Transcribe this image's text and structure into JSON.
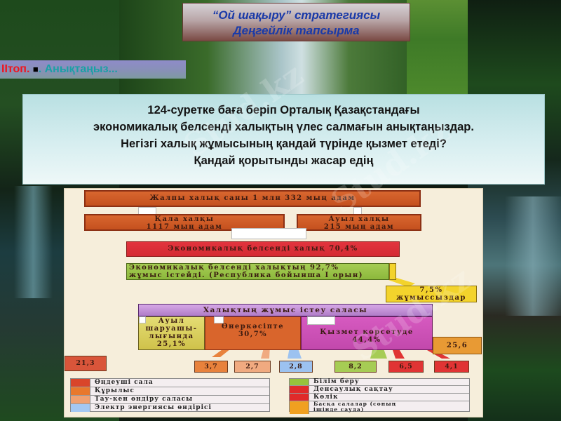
{
  "slide": {
    "title_line1": "“Ой шақыру” стратегиясы",
    "title_line2": "Деңгейлік  тапсырма",
    "group_label": "IIтоп.",
    "group_marker": "■",
    "group_sep": ".",
    "group_task": "Анықтаңыз...",
    "question_lines": [
      "124-суретке баға беріп Орталық Қазақстандағы",
      "экономикалық белсенді халықтың үлес салмағын анықтаңыздар.",
      "Негізгі халық жұмысының қандай түрінде қызмет етеді?",
      "Қандай қорытынды жасар едің"
    ],
    "watermark": "Stud.kz"
  },
  "diagram": {
    "total_population": "Жалпы халық саны 1 млн 332 мың адам",
    "urban_line1": "Қала халқы",
    "urban_line2": "1117 мың адам",
    "rural_line1": "Ауыл халқы",
    "rural_line2": "215 мың адам",
    "econ_active": "Экономикалық белсенді халық 70,4%",
    "employed_line1": "Экономикалық белсенді халықтың 92,7%",
    "employed_line2": "жұмыс істейді. (Республика бойынша I орын)",
    "unemployed_value": "7,5%",
    "unemployed_label": "жұмыссыздар",
    "sectors_header": "Халықтың жұмыс істеу саласы",
    "agri_line1": "Ауыл",
    "agri_line2": "шаруашы-",
    "agri_line3": "лығында",
    "agri_line4": "25,1%",
    "industry_line1": "Өнеркәсіпте",
    "industry_line2": "30,7%",
    "services_line1": "Қызмет көрсетуде",
    "services_line2": "44,4%",
    "other_value": "25,6",
    "values": [
      {
        "value": "21,3",
        "color": "#d9553a"
      },
      {
        "value": "3,7",
        "color": "#e8823c"
      },
      {
        "value": "2,7",
        "color": "#f0aa80"
      },
      {
        "value": "2,8",
        "color": "#9cc2f0"
      },
      {
        "value": "8,2",
        "color": "#a6cc54"
      },
      {
        "value": "6,5",
        "color": "#e03434"
      },
      {
        "value": "4,1",
        "color": "#e03434"
      }
    ],
    "legend_left": [
      {
        "label": "Өңдеуші сала",
        "color": "#d9452a"
      },
      {
        "label": "Құрылыс",
        "color": "#e8782c"
      },
      {
        "label": "Тау-кен өндіру саласы",
        "color": "#f0a070"
      },
      {
        "label": "Электр энергиясы өндірісі",
        "color": "#a4c8f2"
      }
    ],
    "legend_right": [
      {
        "label": "Білім беру",
        "color": "#96c23c"
      },
      {
        "label": "Денсаулық сақтау",
        "color": "#e02a2a"
      },
      {
        "label": "Көлік",
        "color": "#e02a2a"
      },
      {
        "label": "Басқа салалар (соның ішінде сауда)",
        "color": "#f0a020"
      }
    ]
  }
}
